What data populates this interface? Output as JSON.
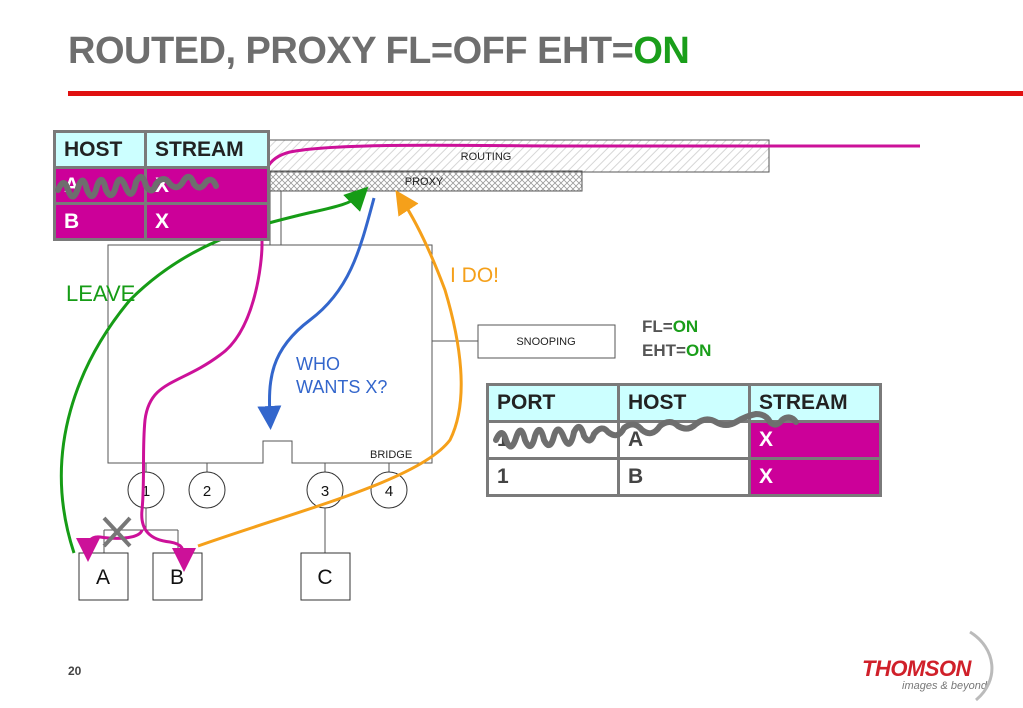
{
  "title": {
    "main": "ROUTED, PROXY FL=OFF EHT=",
    "accent": "ON"
  },
  "bars": {
    "routing": "ROUTING",
    "proxy": "PROXY"
  },
  "host_table": {
    "headers": [
      "HOST",
      "STREAM"
    ],
    "row1": [
      "A",
      "X"
    ],
    "row2": [
      "B",
      "X"
    ]
  },
  "port_table": {
    "headers": [
      "PORT",
      "HOST",
      "STREAM"
    ],
    "row1": [
      "1",
      "A",
      "X"
    ],
    "row2": [
      "1",
      "B",
      "X"
    ]
  },
  "labels": {
    "leave": "LEAVE",
    "i_do": "I DO!",
    "who_wants_1": "WHO",
    "who_wants_2": "WANTS X?",
    "snooping": "SNOOPING",
    "bridge": "BRIDGE",
    "fl_prefix": "FL=",
    "fl_value": "ON",
    "eht_prefix": "EHT=",
    "eht_value": "ON"
  },
  "ports": [
    "1",
    "2",
    "3",
    "4"
  ],
  "hosts": [
    "A",
    "B",
    "C"
  ],
  "page_number": "20",
  "logo": {
    "brand": "THOMSON",
    "tagline": "images & beyond"
  },
  "colors": {
    "accent_green": "#1a9e1a",
    "rule_red": "#e01010",
    "magenta": "#cc0099",
    "header_cyan": "#ccffff",
    "arrow_green": "#169c16",
    "arrow_blue": "#3366cc",
    "arrow_orange": "#f5a01a",
    "arrow_magenta": "#cc1199"
  }
}
